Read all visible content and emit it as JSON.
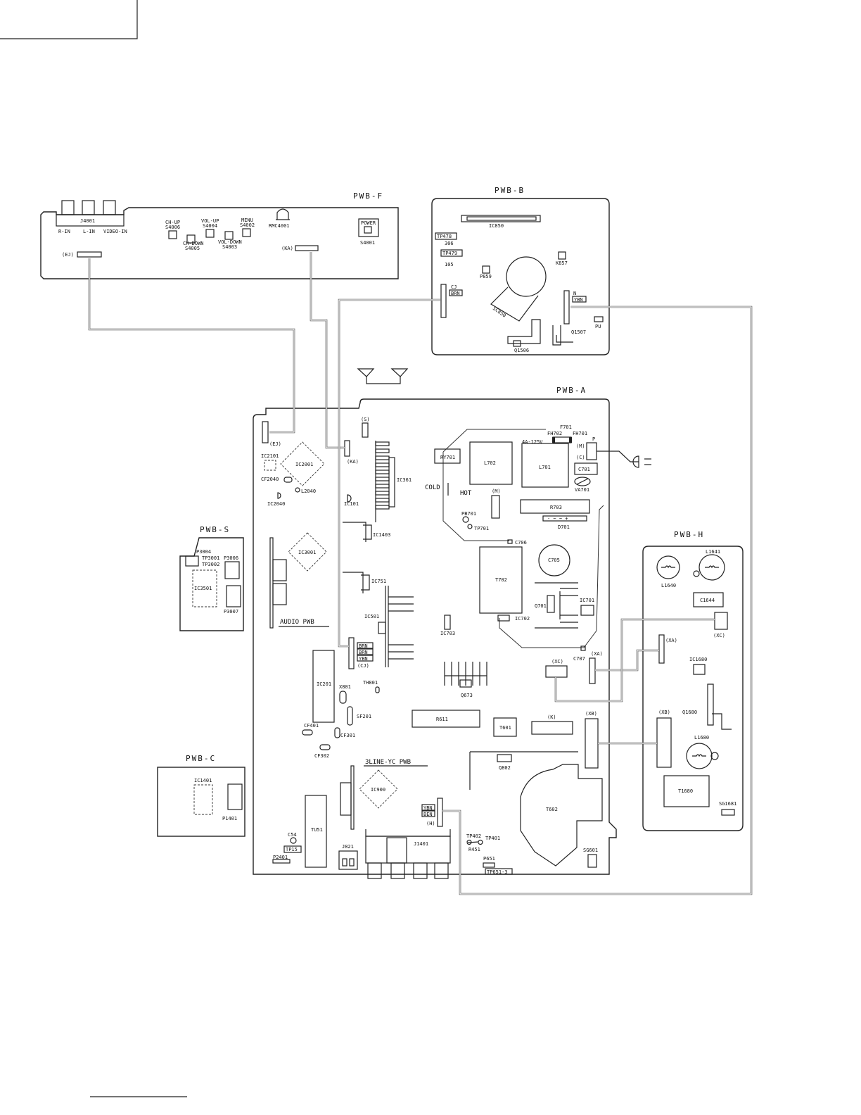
{
  "boards": {
    "pwb_f": {
      "title": "PWB-F",
      "j4001": "J4001",
      "r_in": "R-IN",
      "l_in": "L-IN",
      "video_in": "VIDEO-IN",
      "ch_up": "CH-UP",
      "s4006": "S4006",
      "ch_down": "CH-DOWN",
      "s4005": "S4005",
      "vol_up": "VOL-UP",
      "s4004": "S4004",
      "vol_down": "VOL-DOWN",
      "s4003": "S4003",
      "menu": "MENU",
      "s4002": "S4002",
      "rmc4001": "RMC4001",
      "power": "POWER",
      "s4001": "S4001",
      "ej": "(EJ)",
      "ka": "(KA)"
    },
    "pwb_b": {
      "title": "PWB-B",
      "ic850": "IC850",
      "tp478": "TP478",
      "p306": "306",
      "tp479": "TP479",
      "p105": "105",
      "k857": "K857",
      "p859": "P859",
      "sc850": "SC850",
      "cj": "CJ",
      "cj_tag": "BRN",
      "n": "N",
      "n_tag": "YBN",
      "pu": "PU",
      "q1507": "Q1507",
      "q1506": "Q1506"
    },
    "pwb_a": {
      "title": "PWB-A",
      "s": "(S)",
      "ej": "(EJ)",
      "ka": "(KA)",
      "ic2101": "IC2101",
      "ic2001": "IC2001",
      "cf2040": "CF2040",
      "l2040": "L2040",
      "ic2040": "IC2040",
      "ic361": "IC361",
      "ic101": "IC101",
      "ic1403": "IC1403",
      "ic3001": "IC3001",
      "audio_pwb": "AUDIO PWB",
      "ic751": "IC751",
      "ic501": "IC501",
      "cj": "(CJ)",
      "cj_tags": [
        "BRN",
        "BRN",
        "YBN"
      ],
      "ic201": "IC201",
      "x801": "X801",
      "th801": "TH801",
      "sf201": "SF201",
      "cf401": "CF401",
      "cf301": "CF301",
      "cf302": "CF302",
      "line_yc": "3LINE-YC PWB",
      "ic900": "IC900",
      "h": "(H)",
      "h_tags": [
        "YBN",
        "BEN"
      ],
      "tu51": "TU51",
      "c54": "C54",
      "tp15": "TP15",
      "p2401": "P2401",
      "j821": "J821",
      "j1401": "J1401",
      "tp402": "TP402",
      "tp401": "TP401",
      "r451": "R451",
      "p651": "P651",
      "tp651": "TP651-3",
      "rl701": "RY701",
      "l702": "L702",
      "l701": "L701",
      "f701": "F701",
      "fh702": "FH702",
      "fh701": "FH701",
      "fuse": "4A-125V",
      "p": "P",
      "mm": "(M)",
      "c": "(C)",
      "c701": "C701",
      "va701": "VA701",
      "cold": "COLD",
      "hot": "HOT",
      "m2": "(M)",
      "pb701": "PB701",
      "tp701": "TP701",
      "r703": "R703",
      "d701": "D701",
      "d701_pins": "-  ~  ~  +",
      "c706": "C706",
      "c705": "C705",
      "t702": "T702",
      "q701": "Q701",
      "ic701": "IC701",
      "ic702": "IC702",
      "ic703": "IC703",
      "c707": "C707",
      "xa": "(XA)",
      "xc": "(XC)",
      "q673": "Q673",
      "r611": "R611",
      "t601": "T601",
      "k": "(K)",
      "xb": "(XB)",
      "q802": "Q802",
      "t602": "T602",
      "sg601": "SG601"
    },
    "pwb_s": {
      "title": "PWB-S",
      "p3004": "P3004",
      "tp3001": "TP3001",
      "tp3002": "TP3002",
      "p3006": "P3006",
      "ic3501": "IC3501",
      "p3007": "P3007"
    },
    "pwb_c": {
      "title": "PWB-C",
      "ic1401": "IC1401",
      "p1401": "P1401"
    },
    "pwb_h": {
      "title": "PWB-H",
      "l1640": "L1640",
      "l1641": "L1641",
      "c1644": "C1644",
      "xc": "(XC)",
      "xa": "(XA)",
      "ic1680": "IC1680",
      "q1680": "Q1680",
      "xb": "(XB)",
      "l1680": "L1680",
      "t1680": "T1680",
      "sg1681": "SG1681"
    }
  },
  "colors": {
    "line": "#222222",
    "wire": "#555555",
    "background": "#ffffff"
  }
}
